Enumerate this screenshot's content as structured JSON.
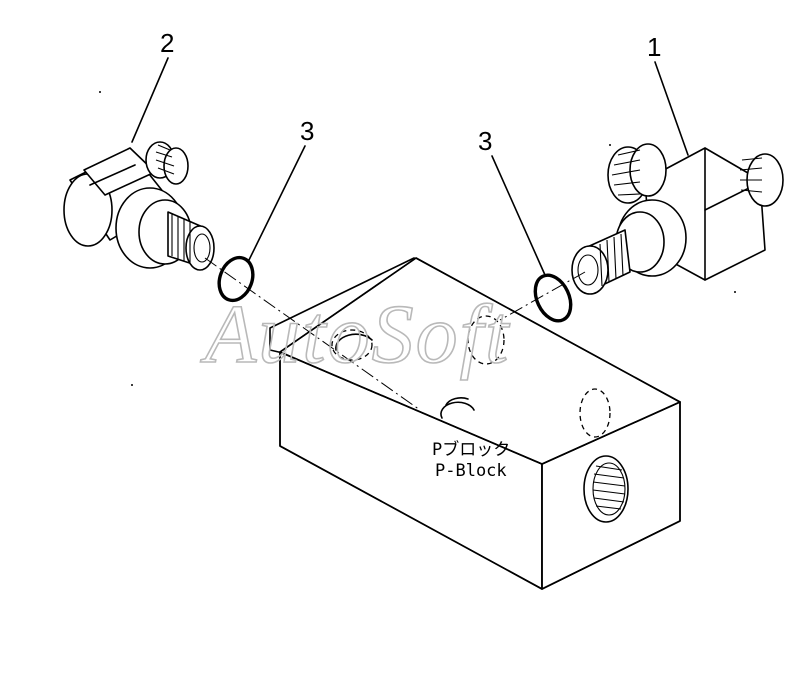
{
  "diagram": {
    "callouts": [
      "1",
      "2",
      "3",
      "3"
    ],
    "block_label_jp": "Pブロック",
    "block_label_en": "P-Block",
    "watermark": "AutoSoft"
  }
}
